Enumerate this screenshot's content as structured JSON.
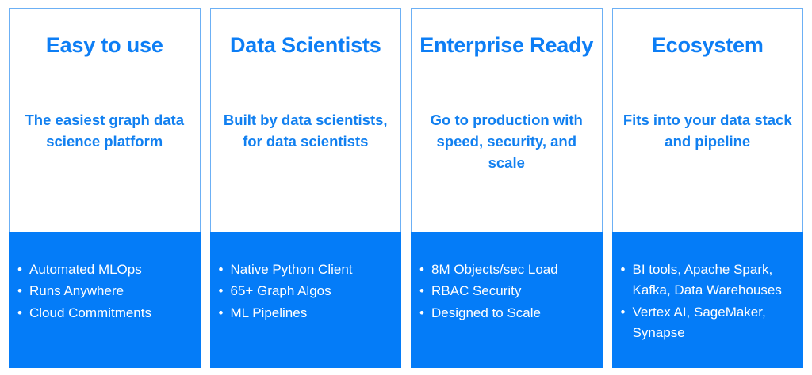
{
  "theme": {
    "brand_blue": "#047cf8",
    "title_blue": "#0d7ef5",
    "subtitle_blue": "#1280f0",
    "card_border": "#6cb0f5",
    "bullet_text": "#ffffff",
    "page_background": "#ffffff"
  },
  "cards": [
    {
      "title": "Easy to use",
      "subtitle": "The easiest graph data science platform",
      "bullets": [
        "Automated MLOps",
        "Runs Anywhere",
        "Cloud Commitments"
      ]
    },
    {
      "title": "Data Scientists",
      "subtitle": "Built by data scientists, for data scientists",
      "bullets": [
        "Native Python Client",
        "65+ Graph Algos",
        "ML Pipelines"
      ]
    },
    {
      "title": "Enterprise Ready",
      "subtitle": "Go to production with speed, security, and scale",
      "bullets": [
        "8M Objects/sec Load",
        "RBAC Security",
        "Designed to Scale"
      ]
    },
    {
      "title": "Ecosystem",
      "subtitle": "Fits into your data stack and pipeline",
      "bullets": [
        "BI tools, Apache Spark, Kafka, Data Warehouses",
        "Vertex AI, SageMaker, Synapse"
      ]
    }
  ]
}
